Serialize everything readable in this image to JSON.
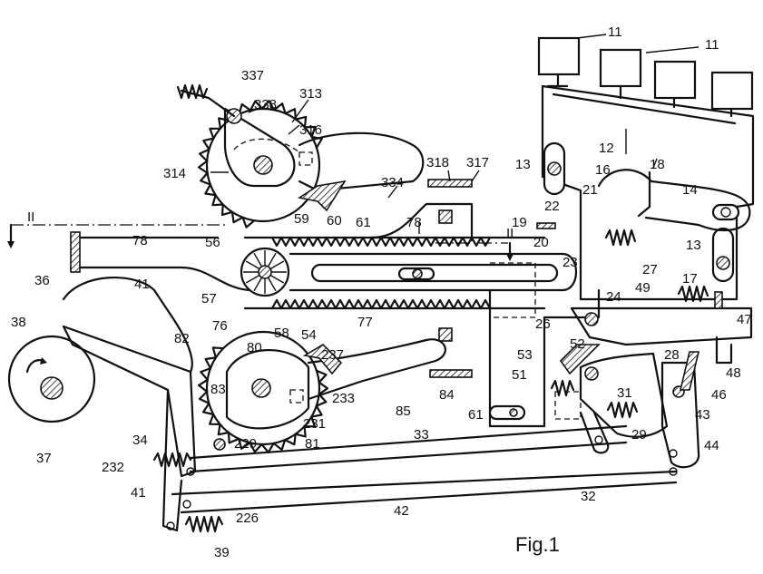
{
  "figure": {
    "caption": "Fig.1",
    "section_marker": "II"
  },
  "labels": [
    {
      "id": "l11a",
      "text": "11"
    },
    {
      "id": "l11b",
      "text": "11"
    },
    {
      "id": "l12",
      "text": "12"
    },
    {
      "id": "l13a",
      "text": "13"
    },
    {
      "id": "l13b",
      "text": "13"
    },
    {
      "id": "l14",
      "text": "14"
    },
    {
      "id": "l16",
      "text": "16"
    },
    {
      "id": "l17",
      "text": "17"
    },
    {
      "id": "l18",
      "text": "18"
    },
    {
      "id": "l19",
      "text": "19"
    },
    {
      "id": "l20",
      "text": "20"
    },
    {
      "id": "l21",
      "text": "21"
    },
    {
      "id": "l22",
      "text": "22"
    },
    {
      "id": "l23",
      "text": "23"
    },
    {
      "id": "l24",
      "text": "24"
    },
    {
      "id": "l26",
      "text": "26"
    },
    {
      "id": "l27",
      "text": "27"
    },
    {
      "id": "l28",
      "text": "28"
    },
    {
      "id": "l29",
      "text": "29"
    },
    {
      "id": "l31",
      "text": "31"
    },
    {
      "id": "l32",
      "text": "32"
    },
    {
      "id": "l33",
      "text": "33"
    },
    {
      "id": "l34",
      "text": "34"
    },
    {
      "id": "l36",
      "text": "36"
    },
    {
      "id": "l37",
      "text": "37"
    },
    {
      "id": "l38",
      "text": "38"
    },
    {
      "id": "l39",
      "text": "39"
    },
    {
      "id": "l41a",
      "text": "41"
    },
    {
      "id": "l41b",
      "text": "41"
    },
    {
      "id": "l42",
      "text": "42"
    },
    {
      "id": "l43",
      "text": "43"
    },
    {
      "id": "l44",
      "text": "44"
    },
    {
      "id": "l46",
      "text": "46"
    },
    {
      "id": "l47",
      "text": "47"
    },
    {
      "id": "l48",
      "text": "48"
    },
    {
      "id": "l49",
      "text": "49"
    },
    {
      "id": "l51",
      "text": "51"
    },
    {
      "id": "l52",
      "text": "52"
    },
    {
      "id": "l53",
      "text": "53"
    },
    {
      "id": "l54",
      "text": "54"
    },
    {
      "id": "l56",
      "text": "56"
    },
    {
      "id": "l57",
      "text": "57"
    },
    {
      "id": "l58",
      "text": "58"
    },
    {
      "id": "l59",
      "text": "59"
    },
    {
      "id": "l60",
      "text": "60"
    },
    {
      "id": "l61a",
      "text": "61"
    },
    {
      "id": "l61b",
      "text": "61"
    },
    {
      "id": "l76",
      "text": "76"
    },
    {
      "id": "l77",
      "text": "77"
    },
    {
      "id": "l78a",
      "text": "78"
    },
    {
      "id": "l78b",
      "text": "78"
    },
    {
      "id": "l80",
      "text": "80"
    },
    {
      "id": "l81",
      "text": "81"
    },
    {
      "id": "l82",
      "text": "82"
    },
    {
      "id": "l83",
      "text": "83"
    },
    {
      "id": "l84",
      "text": "84"
    },
    {
      "id": "l85",
      "text": "85"
    },
    {
      "id": "l226",
      "text": "226"
    },
    {
      "id": "l229",
      "text": "229"
    },
    {
      "id": "l231",
      "text": "231"
    },
    {
      "id": "l232",
      "text": "232"
    },
    {
      "id": "l233",
      "text": "233"
    },
    {
      "id": "l237",
      "text": "237"
    },
    {
      "id": "l313",
      "text": "313"
    },
    {
      "id": "l314",
      "text": "314"
    },
    {
      "id": "l316",
      "text": "316"
    },
    {
      "id": "l317",
      "text": "317"
    },
    {
      "id": "l318",
      "text": "318"
    },
    {
      "id": "l334",
      "text": "334"
    },
    {
      "id": "l337",
      "text": "337"
    },
    {
      "id": "l338",
      "text": "338"
    }
  ]
}
